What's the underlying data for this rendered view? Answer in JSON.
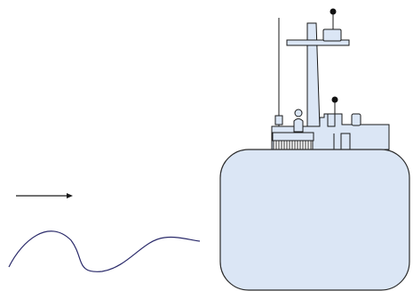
{
  "scene": {
    "elements": [
      "arrow",
      "wave-line",
      "vessel-hull",
      "mast",
      "antenna",
      "operator-figure",
      "brush-unit"
    ]
  },
  "colors": {
    "outline": "#1a1a1a",
    "fill": "#dbe6f5",
    "hull_outline": "#2b2b2b",
    "marker": "#111111"
  }
}
